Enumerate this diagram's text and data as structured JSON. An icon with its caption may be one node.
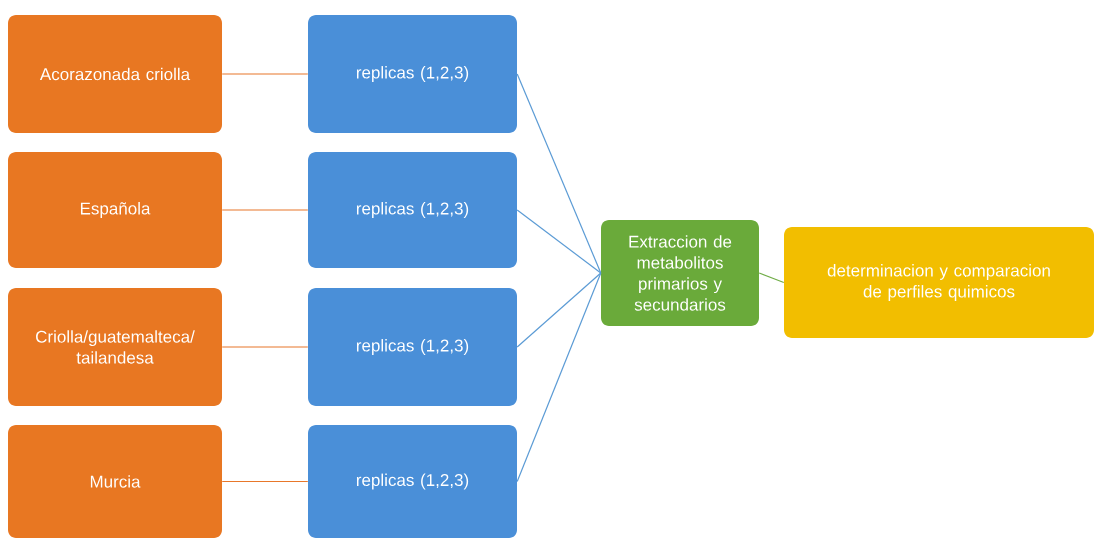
{
  "diagram": {
    "nodes": [
      {
        "text": [
          "Acorazonada criolla"
        ]
      },
      {
        "text": [
          "Española"
        ]
      },
      {
        "text": [
          "Criolla/guatemalteca/tailandesa"
        ]
      },
      {
        "text": [
          "Murcia"
        ]
      },
      {
        "text": [
          "replicas (1,2,3)"
        ]
      },
      {
        "text": [
          "replicas (1,2,3)"
        ]
      },
      {
        "text": [
          "replicas (1,2,3)"
        ]
      },
      {
        "text": [
          "replicas (1,2,3)"
        ]
      },
      {
        "text": [
          "Extraccion de metabolitos primarios y secundarios"
        ]
      },
      {
        "text": [
          "determinacion y comparacion de perfiles quimicos"
        ]
      }
    ],
    "edges": [
      {
        "from": 0,
        "to": 4,
        "arrow": "none",
        "color": "#e8772a"
      },
      {
        "from": 1,
        "to": 5,
        "arrow": "none",
        "color": "#e8772a"
      },
      {
        "from": 2,
        "to": 6,
        "arrow": "none",
        "color": "#e8772a"
      },
      {
        "from": 3,
        "to": 7,
        "arrow": "none",
        "color": "#e8772a"
      },
      {
        "from": 4,
        "to": 8,
        "arrow": "none",
        "color": "#5b9bd5"
      },
      {
        "from": 5,
        "to": 8,
        "arrow": "none",
        "color": "#5b9bd5"
      },
      {
        "from": 6,
        "to": 8,
        "arrow": "none",
        "color": "#5b9bd5"
      },
      {
        "from": 7,
        "to": 8,
        "arrow": "none",
        "color": "#5b9bd5"
      },
      {
        "from": 8,
        "to": 9,
        "arrow": "none",
        "color": "#70ad47"
      }
    ]
  }
}
